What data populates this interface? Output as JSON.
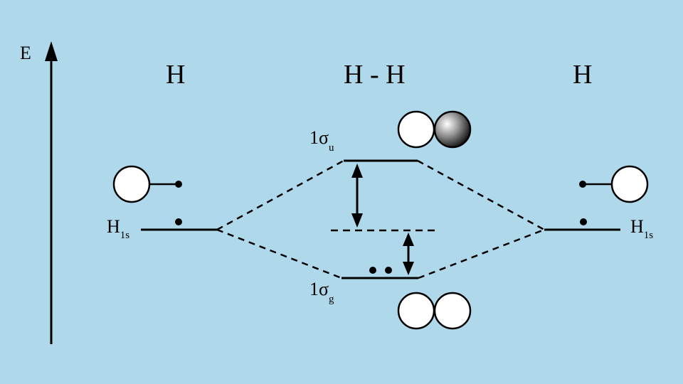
{
  "axis": {
    "label": "E"
  },
  "columns": {
    "left": "H",
    "center": "H - H",
    "right": "H"
  },
  "levels": {
    "left_main": "H",
    "left_sub": "1s",
    "right_main": "H",
    "right_sub": "1s",
    "antibonding_main": "1σ",
    "antibonding_sub": "u",
    "bonding_main": "1σ",
    "bonding_sub": "g"
  },
  "colors": {
    "background": "#b0d8eb",
    "line": "#000000",
    "orbital_fill": "#ffffff"
  }
}
